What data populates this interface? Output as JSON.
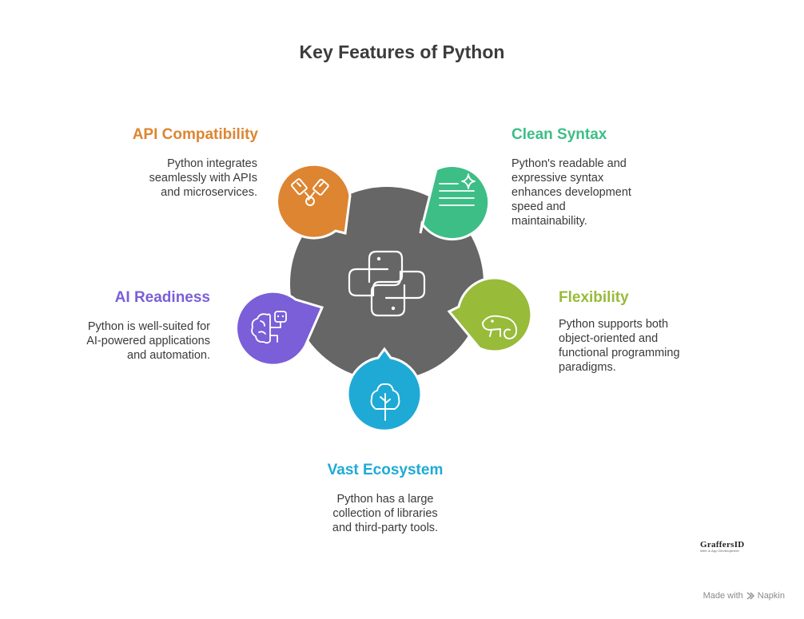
{
  "title": "Key Features of Python",
  "hub": {
    "color": "#666666",
    "icon": "python-logo-icon"
  },
  "features": {
    "api": {
      "title": "API Compatibility",
      "desc": "Python integrates\nseamlessly with APIs\nand microservices.",
      "color": "#DE8531",
      "icon": "connector-plugs-icon"
    },
    "syntax": {
      "title": "Clean Syntax",
      "desc": "Python's readable and\nexpressive syntax\nenhances development\nspeed and\nmaintainability.",
      "color": "#3DBE86",
      "icon": "text-sparkle-icon"
    },
    "flex": {
      "title": "Flexibility",
      "desc": "Python supports both\nobject-oriented and\nfunctional programming\nparadigms.",
      "color": "#98BB3A",
      "icon": "chameleon-icon"
    },
    "eco": {
      "title": "Vast Ecosystem",
      "desc": "Python has a large\ncollection of libraries\nand third-party tools.",
      "color": "#1FAAD6",
      "icon": "tree-icon"
    },
    "ai": {
      "title": "AI Readiness",
      "desc": "Python is well-suited for\nAI-powered applications\nand automation.",
      "color": "#7A5FD8",
      "icon": "brain-robot-icon"
    }
  },
  "logo": {
    "name": "GraffersID",
    "tagline": "Web & App Development"
  },
  "footer": {
    "made_with": "Made with",
    "brand": "Napkin"
  }
}
